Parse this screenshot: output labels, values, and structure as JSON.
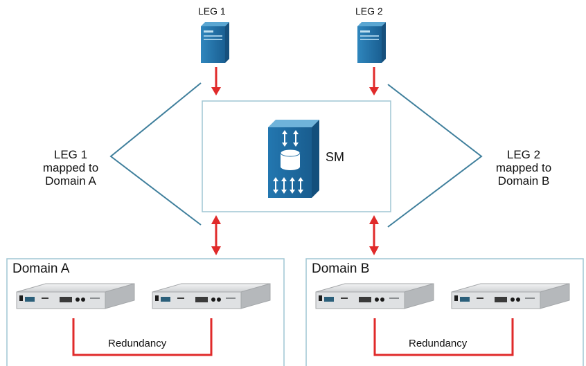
{
  "legs": [
    {
      "label": "LEG 1",
      "mapping": [
        "LEG 1",
        "mapped to",
        "Domain A"
      ]
    },
    {
      "label": "LEG 2",
      "mapping": [
        "LEG 2",
        "mapped to",
        "Domain B"
      ]
    }
  ],
  "sm": {
    "label": "SM"
  },
  "domains": [
    {
      "title": "Domain A",
      "link_label": "Redundancy"
    },
    {
      "title": "Domain B",
      "link_label": "Redundancy"
    }
  ],
  "colors": {
    "border": "#9fc6d3",
    "connector_line": "#3f7f9c",
    "arrow": "#e02a2a",
    "server_blue": "#1f6da3",
    "appliance_grey": "#c9cbcd",
    "appliance_front": "#4b9bb8"
  },
  "icons": {
    "leg_server": "server-tower-icon",
    "sm": "session-manager-icon",
    "appliance": "rack-appliance-icon"
  }
}
